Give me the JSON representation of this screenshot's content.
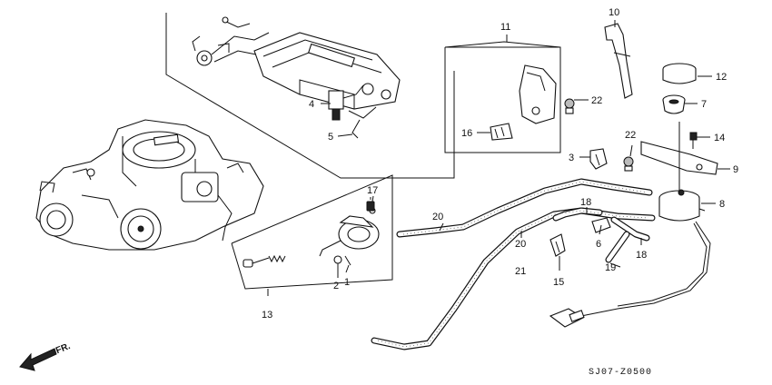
{
  "diagram": {
    "code": "SJ07-Z0500",
    "direction_label": "FR.",
    "callouts": {
      "p1": "1",
      "p2": "2",
      "p3": "3",
      "p4": "4",
      "p5": "5",
      "p6": "6",
      "p7": "7",
      "p8": "8",
      "p9": "9",
      "p10": "10",
      "p11": "11",
      "p12": "12",
      "p13": "13",
      "p14": "14",
      "p15": "15",
      "p16": "16",
      "p17": "17",
      "p18a": "18",
      "p18b": "18",
      "p19": "19",
      "p20a": "20",
      "p20b": "20",
      "p21": "21",
      "p22a": "22",
      "p22b": "22"
    }
  }
}
